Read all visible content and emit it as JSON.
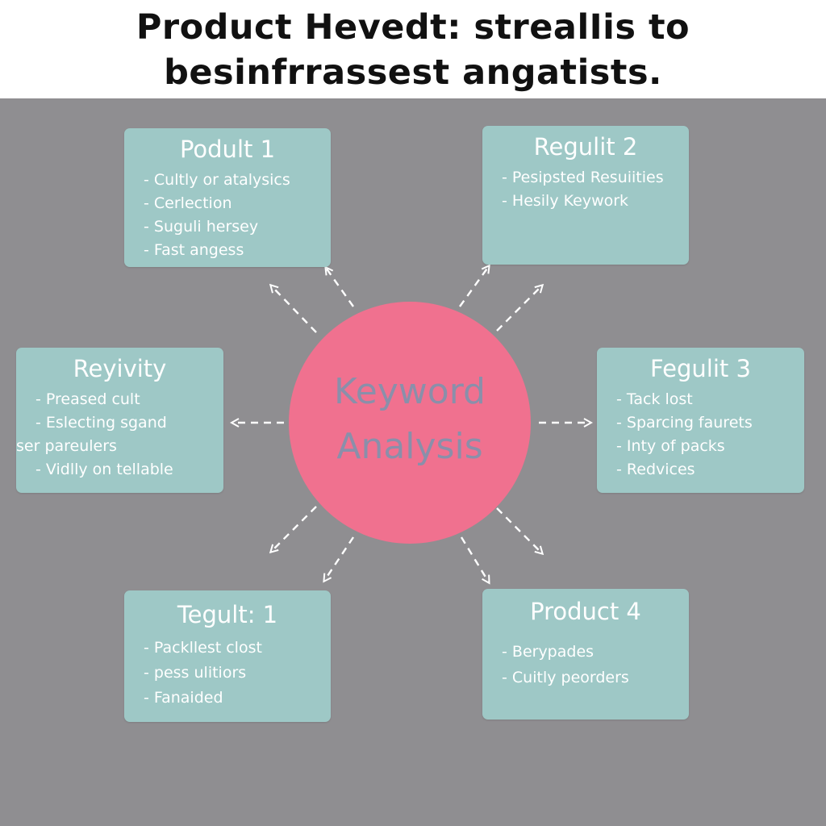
{
  "title": {
    "line1": "Product Hevedt: strealIis to",
    "line2": "besinfrrassest angatists."
  },
  "hub": {
    "line1": "Keyword",
    "line2": "Analysis",
    "color": "#f0718f"
  },
  "colors": {
    "card": "#9ec8c6",
    "background": "#8f8e91",
    "arrow": "#ffffff"
  },
  "cards": [
    {
      "title": "Podult 1",
      "items": [
        "Cultly or atalysics",
        "Cerlection",
        "Suguli hersey",
        "Fast angess"
      ]
    },
    {
      "title": "Regulit 2",
      "items": [
        "Pesipsted Resuiities",
        "Hesily Keywork"
      ]
    },
    {
      "title": "Reyivity",
      "items": [
        "Preased cult",
        "Eslecting sgand",
        "ser pareulers",
        "Vidlly on tellable"
      ]
    },
    {
      "title": "Fegulit 3",
      "items": [
        "Tack lost",
        "Sparcing faurets",
        "Inty of packs",
        "Redvices"
      ]
    },
    {
      "title": "Tegult: 1",
      "items": [
        "Packllest clost",
        "pess ulitiors",
        "Fanaided"
      ]
    },
    {
      "title": "Product 4",
      "items": [
        "Berypades",
        "Cuitly peorders"
      ]
    }
  ]
}
